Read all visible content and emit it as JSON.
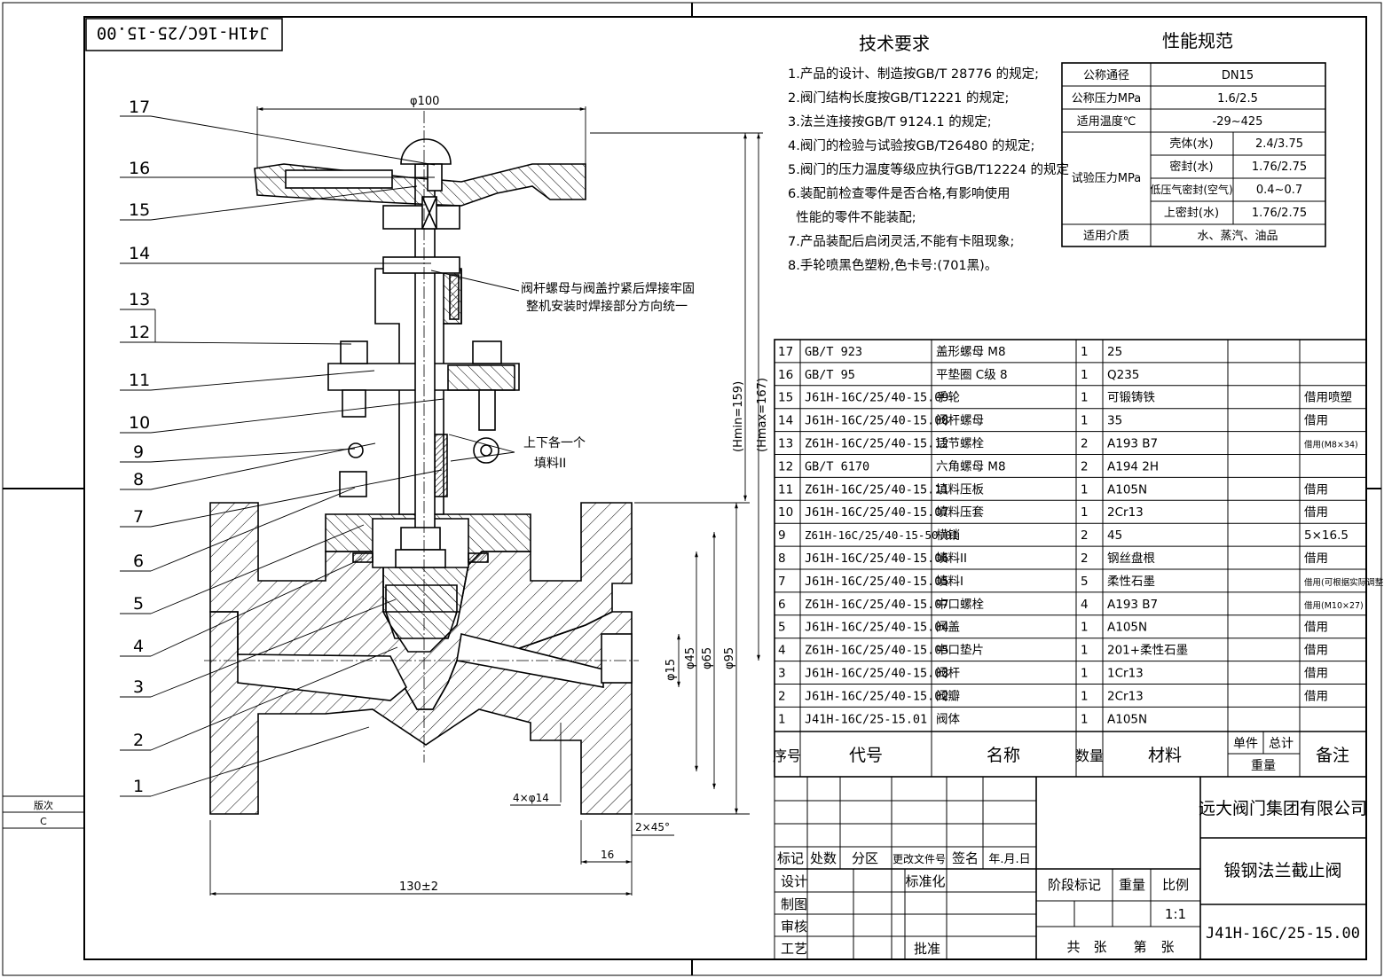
{
  "drawing_no_mirrored": "J41H-16C/25-15.00",
  "revision": {
    "label": "版次",
    "value": "C"
  },
  "tech_requirements": {
    "title": "技术要求",
    "items": [
      "1.产品的设计、制造按GB/T 28776 的规定;",
      "2.阀门结构长度按GB/T12221 的规定;",
      "3.法兰连接按GB/T 9124.1 的规定;",
      "4.阀门的检验与试验按GB/T26480 的规定;",
      "5.阀门的压力温度等级应执行GB/T12224 的规定",
      "6.装配前检查零件是否合格,有影响使用",
      "  性能的零件不能装配;",
      "7.产品装配后启闭灵活,不能有卡阻现象;",
      "8.手轮喷黑色塑粉,色卡号:(701黑)。"
    ]
  },
  "performance": {
    "title": "性能规范",
    "nominal_size": {
      "label": "公称通径",
      "value": "DN15"
    },
    "nominal_pressure": {
      "label": "公称压力MPa",
      "value": "1.6/2.5"
    },
    "temperature": {
      "label": "适用温度℃",
      "value": "-29~425"
    },
    "test_label": "试验压力MPa",
    "tests": [
      {
        "label": "壳体(水)",
        "value": "2.4/3.75"
      },
      {
        "label": "密封(水)",
        "value": "1.76/2.75"
      },
      {
        "label": "低压气密封(空气)",
        "value": "0.4~0.7"
      },
      {
        "label": "上密封(水)",
        "value": "1.76/2.75"
      }
    ],
    "medium": {
      "label": "适用介质",
      "value": "水、蒸汽、油品"
    }
  },
  "bom": [
    {
      "no": "17",
      "code": "GB/T 923",
      "name": "盖形螺母 M8",
      "qty": "1",
      "material": "25",
      "note": ""
    },
    {
      "no": "16",
      "code": "GB/T 95",
      "name": "平垫圈 C级 8",
      "qty": "1",
      "material": "Q235",
      "note": ""
    },
    {
      "no": "15",
      "code": "J61H-16C/25/40-15.09",
      "name": "手轮",
      "qty": "1",
      "material": "可锻铸铁",
      "note": "借用喷塑"
    },
    {
      "no": "14",
      "code": "J61H-16C/25/40-15.08",
      "name": "阀杆螺母",
      "qty": "1",
      "material": "35",
      "note": "借用"
    },
    {
      "no": "13",
      "code": "Z61H-16C/25/40-15.12",
      "name": "活节螺栓",
      "qty": "2",
      "material": "A193 B7",
      "note": "借用(M8×34)"
    },
    {
      "no": "12",
      "code": "GB/T 6170",
      "name": "六角螺母 M8",
      "qty": "2",
      "material": "A194 2H",
      "note": ""
    },
    {
      "no": "11",
      "code": "Z61H-16C/25/40-15.11",
      "name": "填料压板",
      "qty": "1",
      "material": "A105N",
      "note": "借用"
    },
    {
      "no": "10",
      "code": "J61H-16C/25/40-15.07",
      "name": "填料压套",
      "qty": "1",
      "material": "2Cr13",
      "note": "借用"
    },
    {
      "no": "9",
      "code": "Z61H-16C/25/40-15-50.01",
      "name": "横销",
      "qty": "2",
      "material": "45",
      "note": "5×16.5"
    },
    {
      "no": "8",
      "code": "J61H-16C/25/40-15.06",
      "name": "填料II",
      "qty": "2",
      "material": "钢丝盘根",
      "note": "借用"
    },
    {
      "no": "7",
      "code": "J61H-16C/25/40-15.05",
      "name": "填料I",
      "qty": "5",
      "material": "柔性石墨",
      "note": "借用(可根据实际调整)"
    },
    {
      "no": "6",
      "code": "Z61H-16C/25/40-15.07",
      "name": "中口螺栓",
      "qty": "4",
      "material": "A193 B7",
      "note": "借用(M10×27)"
    },
    {
      "no": "5",
      "code": "J61H-16C/25/40-15.04",
      "name": "阀盖",
      "qty": "1",
      "material": "A105N",
      "note": "借用"
    },
    {
      "no": "4",
      "code": "Z61H-16C/25/40-15.05",
      "name": "中口垫片",
      "qty": "1",
      "material": "201+柔性石墨",
      "note": "借用"
    },
    {
      "no": "3",
      "code": "J61H-16C/25/40-15.03",
      "name": "阀杆",
      "qty": "1",
      "material": "1Cr13",
      "note": "借用"
    },
    {
      "no": "2",
      "code": "J61H-16C/25/40-15.02",
      "name": "阀瓣",
      "qty": "1",
      "material": "2Cr13",
      "note": "借用"
    },
    {
      "no": "1",
      "code": "J41H-16C/25-15.01",
      "name": "阀体",
      "qty": "1",
      "material": "A105N",
      "note": ""
    }
  ],
  "bom_header": {
    "no": "序号",
    "code": "代号",
    "name": "名称",
    "qty": "数量",
    "material": "材料",
    "unit": "单件",
    "total": "总计",
    "weight": "重量",
    "note": "备注"
  },
  "title_block": {
    "company": "远大阀门集团有限公司",
    "product": "锻钢法兰截止阀",
    "drawing_no": "J41H-16C/25-15.00",
    "mark": "标记",
    "count": "处数",
    "zone": "分区",
    "doc": "更改文件号",
    "sign": "签名",
    "date": "年.月.日",
    "design": "设计",
    "standard": "标准化",
    "draw": "制图",
    "check": "审核",
    "process": "工艺",
    "approve": "批准",
    "stage": "阶段标记",
    "weight": "重量",
    "scale": "比例",
    "scale_value": "1:1",
    "total_sheets": "共",
    "sheet_unit": "张",
    "sheet_no": "第",
    "sheet_unit2": "张"
  },
  "callouts": [
    "17",
    "16",
    "15",
    "14",
    "13",
    "12",
    "11",
    "10",
    "9",
    "8",
    "7",
    "6",
    "5",
    "4",
    "3",
    "2",
    "1"
  ],
  "annotations": {
    "weld_note_1": "阀杆螺母与阀盖拧紧后焊接牢固",
    "weld_note_2": "整机安装时焊接部分方向统一",
    "packing_note_1": "上下各一个",
    "packing_note_2": "填料II"
  },
  "dimensions": {
    "handwheel": "φ100",
    "hmin": "(Hmin=159)",
    "hmax": "(Hmax=167)",
    "d15": "φ15",
    "d45": "φ45",
    "d65": "φ65",
    "d95": "φ95",
    "holes": "4×φ14",
    "chamfer": "2×45°",
    "thickness": "16",
    "length": "130±2"
  }
}
